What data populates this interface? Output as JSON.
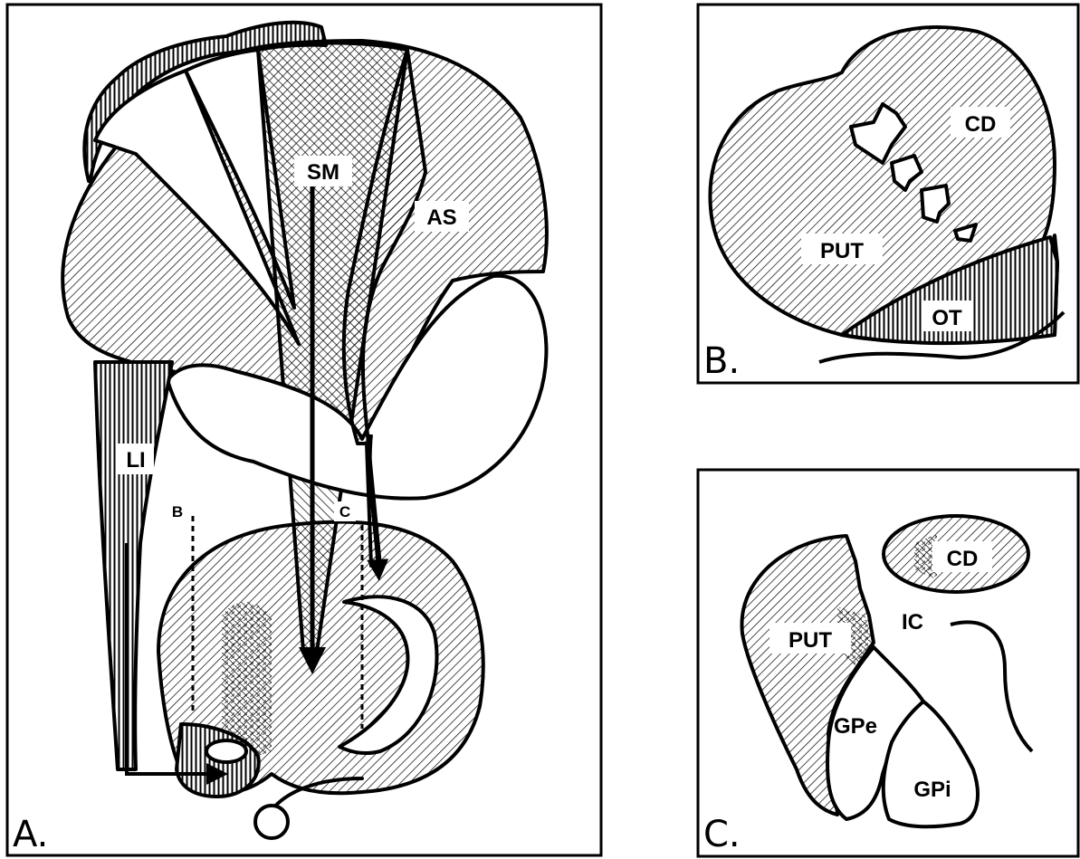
{
  "panel_a": {
    "letter": "A.",
    "regions": {
      "sensorimotor": "SM",
      "associative": "AS",
      "limbic": "LI"
    },
    "section_markers": {
      "b": "B",
      "c": "C"
    }
  },
  "panel_b": {
    "letter": "B.",
    "regions": {
      "caudate": "CD",
      "putamen": "PUT",
      "olfactory_tubercle": "OT"
    }
  },
  "panel_c": {
    "letter": "C.",
    "regions": {
      "caudate": "CD",
      "putamen": "PUT",
      "internal_capsule": "IC",
      "globus_pallidus_externus": "GPe",
      "globus_pallidus_internus": "GPi"
    }
  }
}
